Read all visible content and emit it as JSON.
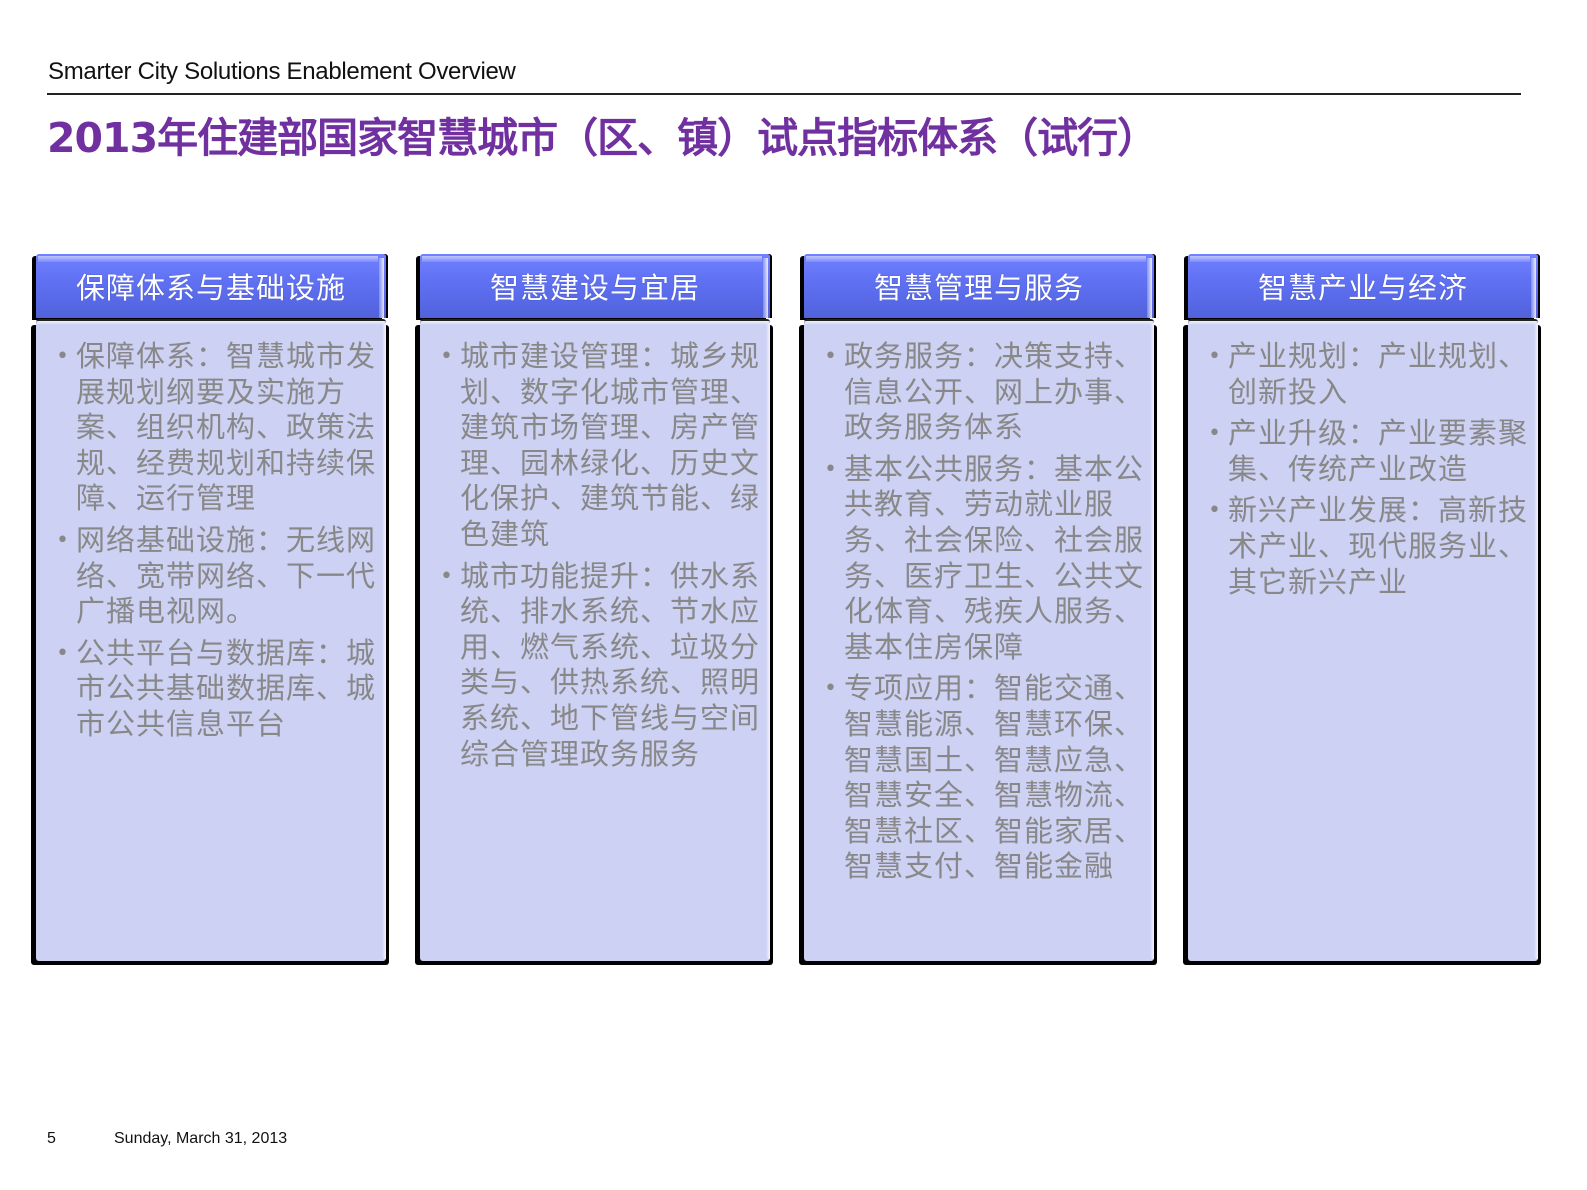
{
  "header": {
    "subtitle": "Smarter City Solutions Enablement Overview",
    "title": "2013年住建部国家智慧城市（区、镇）试点指标体系（试行）"
  },
  "colors": {
    "title": "#7030a0",
    "header_fill": "#5b6be8",
    "body_fill": "#cdd1f3",
    "body_text": "#888888"
  },
  "columns": [
    {
      "title": "保障体系与基础设施",
      "items": [
        "保障体系：智慧城市发展规划纲要及实施方案、组织机构、政策法规、经费规划和持续保障、运行管理",
        "网络基础设施：无线网络、宽带网络、下一代广播电视网。",
        "公共平台与数据库：城市公共基础数据库、城市公共信息平台"
      ]
    },
    {
      "title": "智慧建设与宜居",
      "items": [
        "城市建设管理：城乡规划、数字化城市管理、建筑市场管理、房产管理、园林绿化、历史文化保护、建筑节能、绿色建筑",
        "城市功能提升：供水系统、排水系统、节水应用、燃气系统、垃圾分类与、供热系统、照明系统、地下管线与空间综合管理政务服务"
      ]
    },
    {
      "title": "智慧管理与服务",
      "items": [
        "政务服务：决策支持、信息公开、网上办事、政务服务体系",
        "基本公共服务：基本公共教育、劳动就业服务、社会保险、社会服务、医疗卫生、公共文化体育、残疾人服务、基本住房保障",
        "专项应用：智能交通、智慧能源、智慧环保、智慧国土、智慧应急、智慧安全、智慧物流、智慧社区、智能家居、智慧支付、智能金融"
      ]
    },
    {
      "title": "智慧产业与经济",
      "items": [
        "产业规划：产业规划、创新投入",
        "产业升级：产业要素聚集、传统产业改造",
        "新兴产业发展：高新技术产业、现代服务业、其它新兴产业"
      ]
    }
  ],
  "bullet_glyph": "•",
  "footer": {
    "page_number": "5",
    "date": "Sunday, March 31, 2013"
  }
}
